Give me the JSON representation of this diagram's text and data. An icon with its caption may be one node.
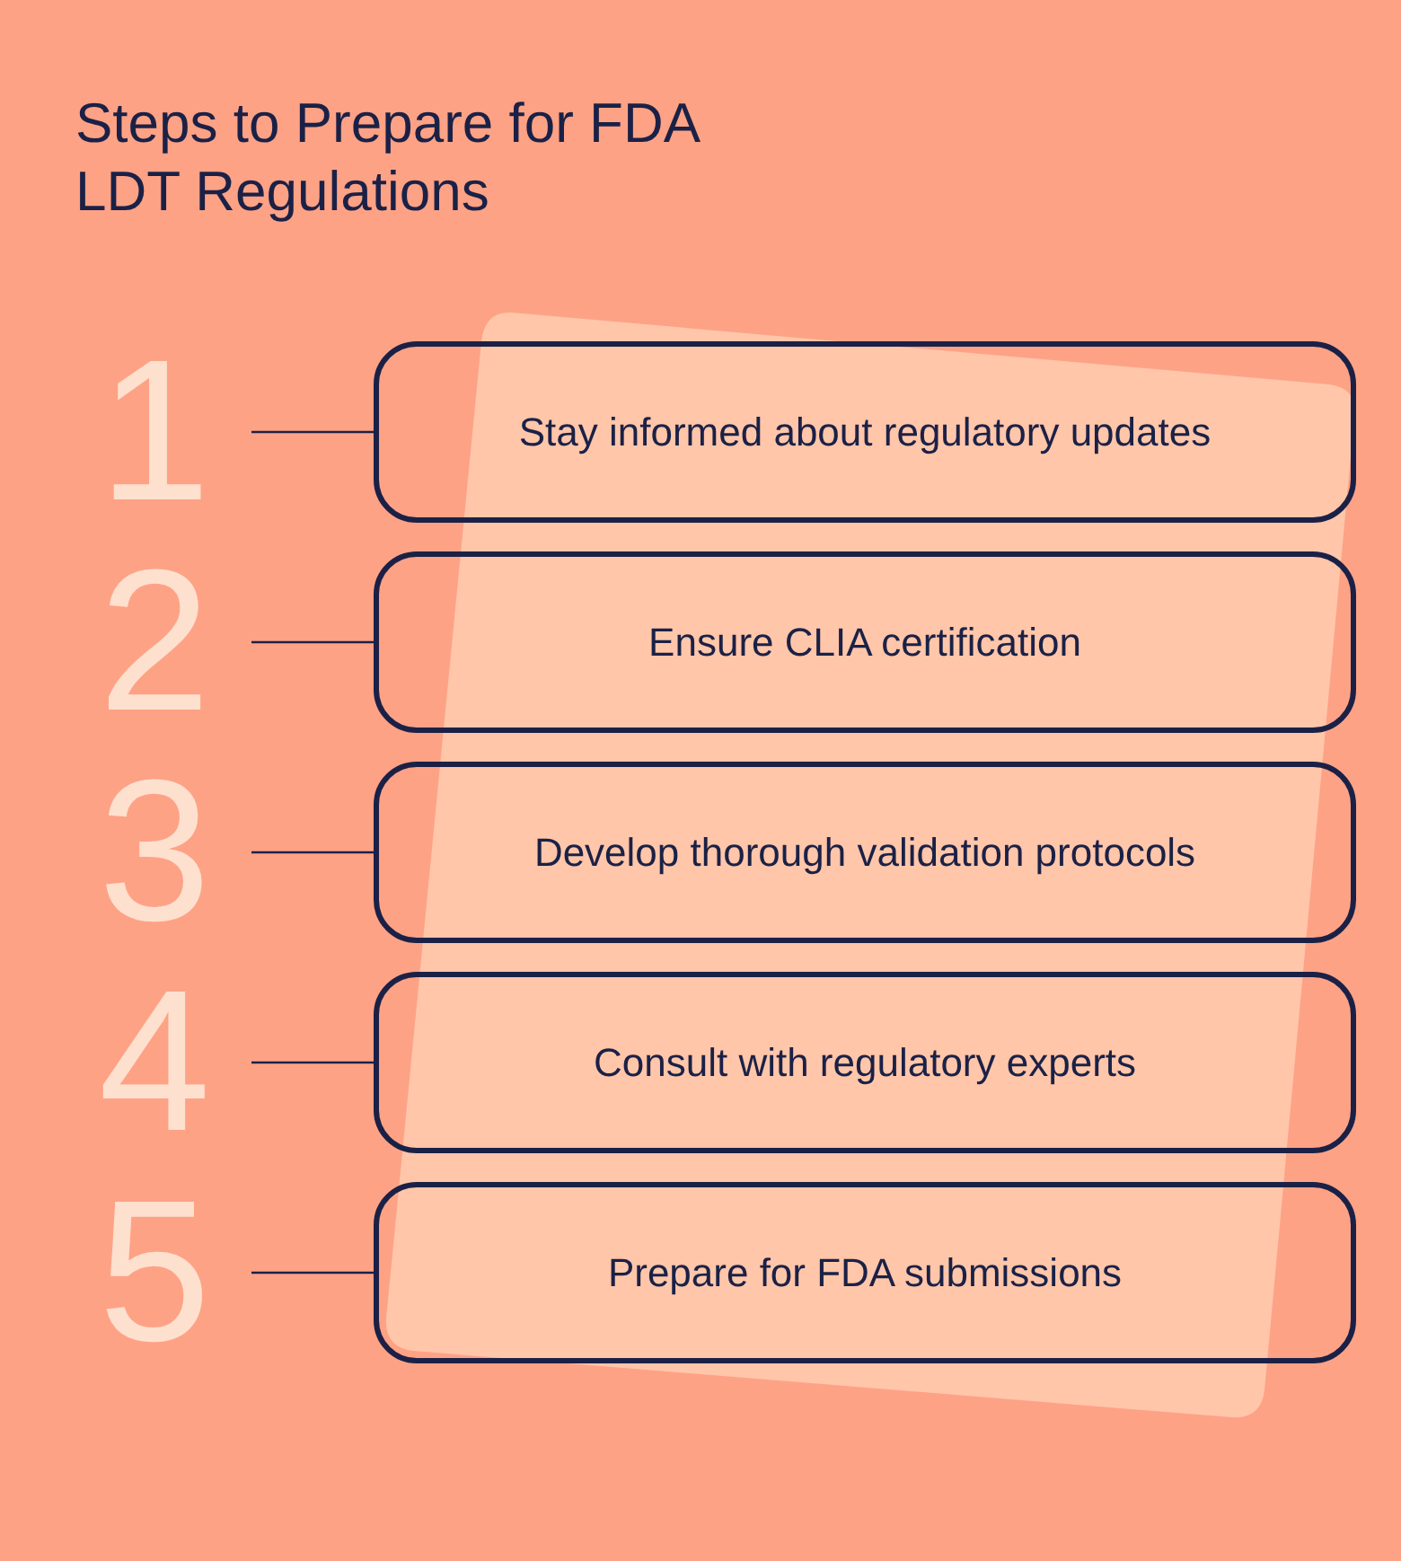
{
  "diagram": {
    "title": "Steps to Prepare for FDA LDT Regulations",
    "nodes": [
      {
        "text": [
          "1"
        ]
      },
      {
        "text": [
          "Stay informed about regulatory updates"
        ]
      },
      {
        "text": [
          "2"
        ]
      },
      {
        "text": [
          "Ensure CLIA certification"
        ]
      },
      {
        "text": [
          "3"
        ]
      },
      {
        "text": [
          "Develop thorough validation protocols"
        ]
      },
      {
        "text": [
          "4"
        ]
      },
      {
        "text": [
          "Consult with regulatory experts"
        ]
      },
      {
        "text": [
          "5"
        ]
      },
      {
        "text": [
          "Prepare for FDA submissions"
        ]
      }
    ],
    "edges": [
      {
        "from": 0,
        "to": 1,
        "arrow": "none"
      },
      {
        "from": 2,
        "to": 3,
        "arrow": "none"
      },
      {
        "from": 4,
        "to": 5,
        "arrow": "none"
      },
      {
        "from": 6,
        "to": 7,
        "arrow": "none"
      },
      {
        "from": 8,
        "to": 9,
        "arrow": "none"
      }
    ]
  }
}
